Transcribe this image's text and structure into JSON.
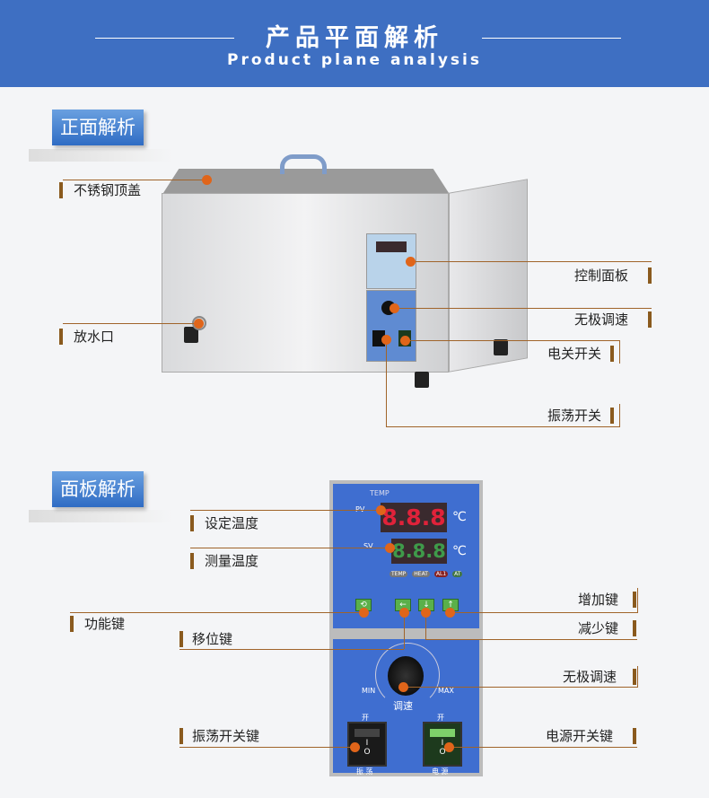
{
  "header": {
    "title": "产品平面解析",
    "subtitle": "Product plane analysis"
  },
  "front": {
    "tag": "正面解析",
    "labels": {
      "lid": "不锈钢顶盖",
      "drain": "放水口",
      "control_panel": "控制面板",
      "speed": "无极调速",
      "power_switch": "电关开关",
      "shake_switch": "振荡开关"
    }
  },
  "panel": {
    "tag": "面板解析",
    "labels": {
      "set_temp": "设定温度",
      "measure_temp": "测量温度",
      "increase": "增加键",
      "function": "功能键",
      "decrease": "减少键",
      "shift": "移位键",
      "speed": "无极调速",
      "shake_key": "振荡开关键",
      "power_key": "电源开关键"
    },
    "device": {
      "temp": "TEMP",
      "pv": "PV",
      "sv": "SV",
      "pv_display": "8.8.8",
      "sv_display": "8.8.8",
      "unit": "℃",
      "min": "MIN",
      "max": "MAX",
      "speed_text": "调速",
      "on": "开",
      "shake": "振 荡",
      "power": "电 源",
      "i": "I",
      "o": "O",
      "leds": [
        "TEMP",
        "HEAT",
        "AL1",
        "AT"
      ]
    }
  },
  "colors": {
    "header": "#3e6fc2",
    "accent": "#a0642a",
    "dot": "#e0651a"
  }
}
